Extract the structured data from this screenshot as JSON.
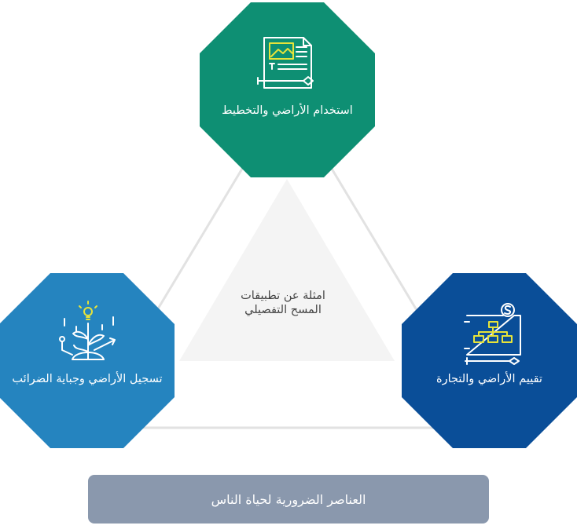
{
  "diagram": {
    "center_text_line1": "امثلة عن تطبيقات",
    "center_text_line2": "المسح التفصيلي",
    "nodes": [
      {
        "id": "top",
        "label": "استخدام الأراضي والتخطيط",
        "color": "#0e8f73",
        "icon": "map-document-icon"
      },
      {
        "id": "left",
        "label": "تسجيل الأراضي وجباية الضرائب",
        "color": "#2584bf",
        "icon": "growth-plant-icon"
      },
      {
        "id": "right",
        "label": "تقييم الأراضي والتجارة",
        "color": "#0a4e98",
        "icon": "valuation-chart-icon"
      }
    ],
    "bottom_label": "العناصر الضرورية لحياة الناس",
    "colors": {
      "line": "#e2e2e2",
      "center_fill": "#f4f4f4",
      "icon_accent": "#e6e33a",
      "bottom_bar": "#8a98ad"
    }
  }
}
